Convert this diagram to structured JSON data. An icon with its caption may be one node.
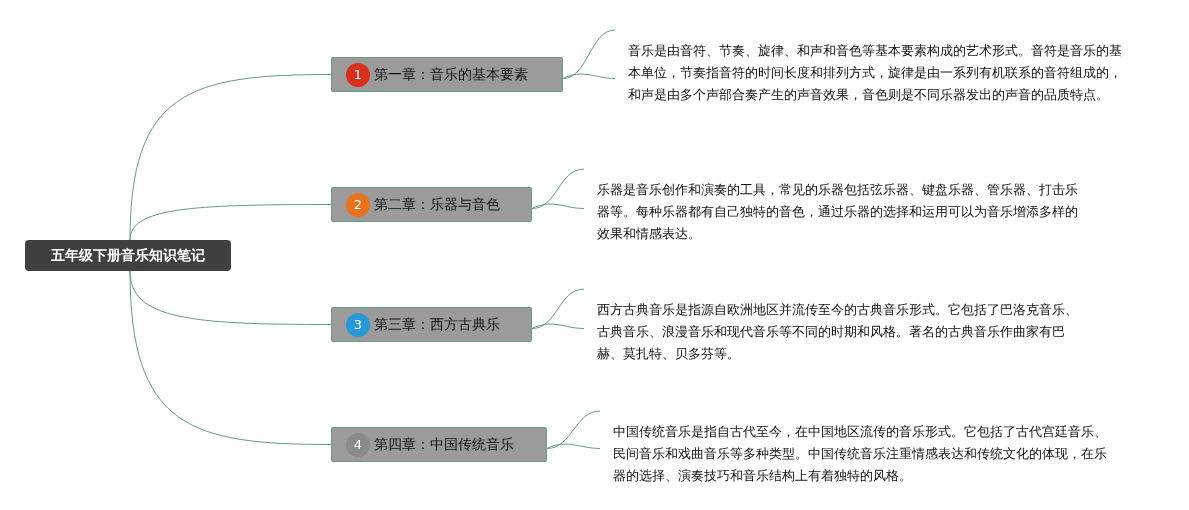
{
  "diagram": {
    "nodes": [
      {
        "text": [
          "五年级下册音乐知识笔记"
        ]
      },
      {
        "text": [
          "1",
          "第一章：音乐的基本要素"
        ]
      },
      {
        "text": [
          "音乐是由音符、节奏、旋律、和声和音色等基本要素构成的艺术形式。音符是音乐的基本单位，节奏指音符的时间长度和排列方式，旋律是由一系列有机联系的音符组成的，和声是由多个声部合奏产生的声音效果，音色则是不同乐器发出的声音的品质特点。"
        ]
      },
      {
        "text": [
          "2",
          "第二章：乐器与音色"
        ]
      },
      {
        "text": [
          "乐器是音乐创作和演奏的工具，常见的乐器包括弦乐器、键盘乐器、管乐器、打击乐器等。每种乐器都有自己独特的音色，通过乐器的选择和运用可以为音乐增添多样的效果和情感表达。"
        ]
      },
      {
        "text": [
          "3",
          "第三章：西方古典乐"
        ]
      },
      {
        "text": [
          "西方古典音乐是指源自欧洲地区并流传至今的古典音乐形式。它包括了巴洛克音乐、古典音乐、浪漫音乐和现代音乐等不同的时期和风格。著名的古典音乐作曲家有巴赫、莫扎特、贝多芬等。"
        ]
      },
      {
        "text": [
          "4",
          "第四章：中国传统音乐"
        ]
      },
      {
        "text": [
          "中国传统音乐是指自古代至今，在中国地区流传的音乐形式。它包括了古代宫廷音乐、民间音乐和戏曲音乐等多种类型。中国传统音乐注重情感表达和传统文化的体现，在乐器的选择、演奏技巧和音乐结构上有着独特的风格。"
        ]
      }
    ],
    "edges": [
      {
        "from": 0,
        "to": 1,
        "arrow": "none"
      },
      {
        "from": 0,
        "to": 3,
        "arrow": "none"
      },
      {
        "from": 0,
        "to": 5,
        "arrow": "none"
      },
      {
        "from": 0,
        "to": 7,
        "arrow": "none"
      },
      {
        "from": 1,
        "to": 2,
        "arrow": "none"
      },
      {
        "from": 3,
        "to": 4,
        "arrow": "none"
      },
      {
        "from": 5,
        "to": 6,
        "arrow": "none"
      },
      {
        "from": 7,
        "to": 8,
        "arrow": "none"
      }
    ]
  }
}
